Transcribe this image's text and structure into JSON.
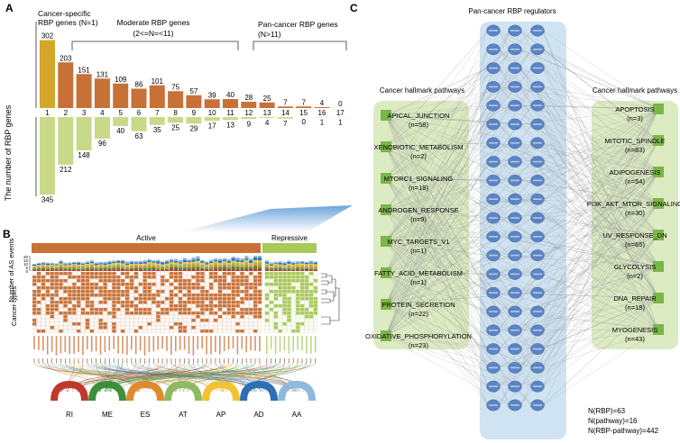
{
  "panel_labels": {
    "a": "A",
    "b": "B",
    "c": "C"
  },
  "panel_a": {
    "ylabel": "The number of RBP genes",
    "groups": [
      {
        "label_line1": "Cancer-specific",
        "label_line2": "RBP genes (N=1)"
      },
      {
        "label_line1": "Moderate RBP genes",
        "label_line2": "(2<=N=<11)"
      },
      {
        "label_line1": "Pan-cancer RBP genes",
        "label_line2": "(N>11)"
      }
    ]
  },
  "panel_b": {
    "active_label": "Active",
    "repressive_label": "Repressive",
    "ylabel_top": "Number of AS events",
    "ylabel_mid": "Cancer types",
    "yticks": [
      "20",
      "15",
      "10",
      "5",
      "0"
    ],
    "event_types": [
      "RI",
      "ME",
      "ES",
      "AT",
      "AP",
      "AD",
      "AA"
    ],
    "colors": {
      "active": "#c87137",
      "repressive": "#a9c95a",
      "RI": "#c0392b",
      "ME": "#3f8f3a",
      "ES": "#e08a2e",
      "AT": "#8dba63",
      "AP": "#f1c232",
      "AD": "#2f6db5",
      "AA": "#8fb8de"
    }
  },
  "panel_c": {
    "title": "Pan-cancer RBP regulators",
    "left_title": "Cancer hallmark pathways",
    "right_title": "Cancer hallmark pathways",
    "left_pathways": [
      {
        "name": "APICAL_JUNCTION",
        "n": "(n=58)"
      },
      {
        "name": "XENOBIOTIC_METABOLISM",
        "n": "(n=2)"
      },
      {
        "name": "MTORC1_SIGNALING",
        "n": "(n=18)"
      },
      {
        "name": "ANDROGEN_RESPONSE",
        "n": "(n=9)"
      },
      {
        "name": "MYC_TARGETS_V1",
        "n": "(n=1)"
      },
      {
        "name": "FATTY_ACID_METABOLISM",
        "n": "(n=1)"
      },
      {
        "name": "PROTEIN_SECRETION",
        "n": "(n=22)"
      },
      {
        "name": "OXIDATIVE_PHOSPHORYLATION",
        "n": "(n=23)"
      }
    ],
    "right_pathways": [
      {
        "name": "APOPTOSIS",
        "n": "(n=3)"
      },
      {
        "name": "MITOTIC_SPINDLE",
        "n": "(n=83)"
      },
      {
        "name": "ADIPOGENESIS",
        "n": "(n=54)"
      },
      {
        "name": "PI3K_AKT_MTOR_SIGNALING",
        "n": "(n=30)"
      },
      {
        "name": "UV_RESPONSE_DN",
        "n": "(n=65)"
      },
      {
        "name": "GLYCOLYSIS",
        "n": "(n=2)"
      },
      {
        "name": "DNA_REPAIR",
        "n": "(n=18)"
      },
      {
        "name": "MYOGENESIS",
        "n": "(n=43)"
      }
    ],
    "stats": [
      "N(RBP)=63",
      "N(pathway)=16",
      "N(RBP-pathway)=442"
    ],
    "colors": {
      "node": "#5b84c4",
      "column_bg": "#cfe3f2",
      "box_bg": "#dcebc2",
      "pathway_icon": "#7ab648",
      "edge": "#9a9a9a"
    }
  },
  "chart_data": [
    {
      "type": "bar",
      "ylabel": "The number of RBP genes",
      "categories": [
        "1",
        "2",
        "3",
        "4",
        "5",
        "6",
        "7",
        "8",
        "9",
        "10",
        "11",
        "12",
        "13",
        "14",
        "15",
        "16",
        "17"
      ],
      "series": [
        {
          "values": [
            302,
            203,
            151,
            131,
            109,
            86,
            101,
            75,
            57,
            39,
            40,
            28,
            25,
            7,
            7,
            4,
            0
          ]
        },
        {
          "values": [
            345,
            212,
            148,
            96,
            40,
            63,
            35,
            25,
            29,
            17,
            13,
            9,
            4,
            7,
            0,
            1,
            1
          ]
        }
      ],
      "colors": [
        "#d4a72c",
        "#c87137",
        "#c9d98a"
      ]
    }
  ]
}
